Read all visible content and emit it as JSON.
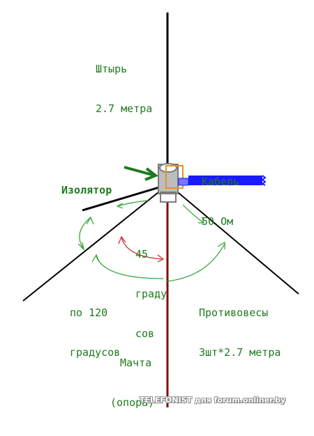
{
  "labels": {
    "whip": [
      "Штырь",
      "2.7 метра"
    ],
    "insulator": "Изолятор",
    "cable": [
      "Кабель",
      "50 Ом"
    ],
    "angle45": [
      "45",
      "граду",
      "сов"
    ],
    "angle120": [
      "по 120",
      "градусов"
    ],
    "counterpoises": [
      "Противовесы",
      "3шт*2.7 метра"
    ],
    "mast": [
      "Мачта",
      "(опора)"
    ]
  },
  "watermark": "TELEFONIST для forum.onliner.by",
  "colors": {
    "label": "#1f7a1f",
    "whip": "#000000",
    "mast": "#7a1010",
    "cable": "#1a1aff",
    "connector": "#e8902a",
    "insulator": "#a0a0a0",
    "arc": "#2aa02a",
    "arrow45": "#cc2222"
  }
}
